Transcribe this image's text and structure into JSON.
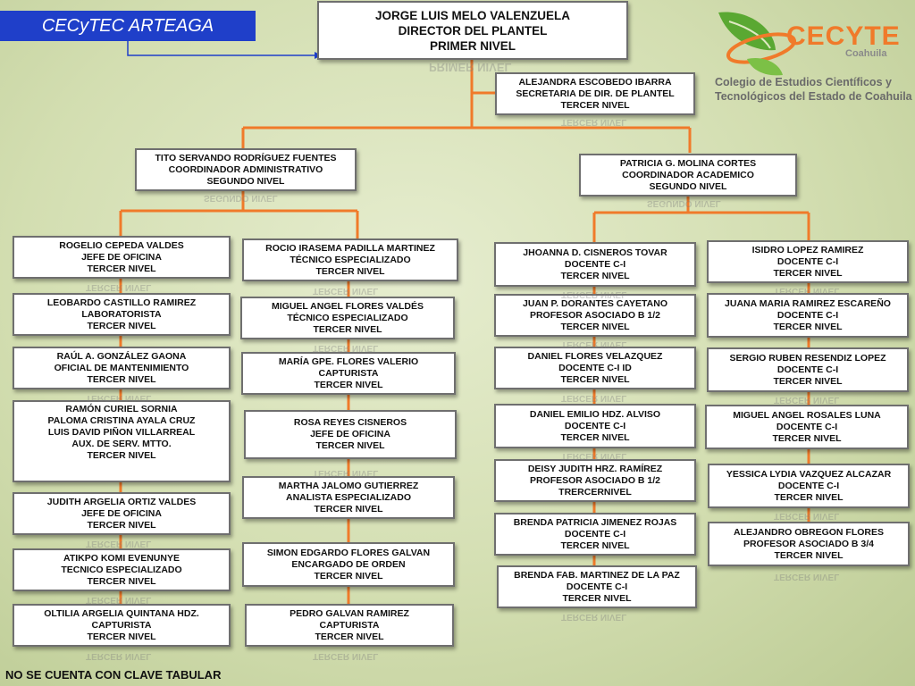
{
  "header": {
    "title": "CECyTEC ARTEAGA",
    "title_color": "#1f3fc9",
    "connector_color": "#f07a2a"
  },
  "logo": {
    "name": "CECYTE",
    "region": "Coahuila",
    "subtitle_line1": "Colegio de Estudios Científicos y",
    "subtitle_line2": "Tecnológicos del Estado de Coahuila",
    "icon": "leaf-logo-icon"
  },
  "director": {
    "line1": "JORGE LUIS MELO VALENZUELA",
    "line2": "DIRECTOR DEL PLANTEL",
    "line3": "PRIMER NIVEL",
    "reflection": "PRIMER NIVEL"
  },
  "secretary": {
    "line1": "ALEJANDRA ESCOBEDO IBARRA",
    "line2": "SECRETARIA DE DIR. DE PLANTEL",
    "line3": "TERCER NIVEL"
  },
  "coord_admin": {
    "line1": "TITO SERVANDO RODRÍGUEZ FUENTES",
    "line2": "COORDINADOR ADMINISTRATIVO",
    "line3": "SEGUNDO NIVEL"
  },
  "coord_acad": {
    "line1": "PATRICIA G. MOLINA CORTES",
    "line2": "COORDINADOR ACADEMICO",
    "line3": "SEGUNDO NIVEL"
  },
  "reflections": {
    "tercer": "TERCER NIVEL",
    "segundo": "SEGUNDO NIVEL"
  },
  "admin_col1": [
    {
      "lines": [
        "ROGELIO CEPEDA VALDES",
        "JEFE DE OFICINA",
        "TERCER NIVEL"
      ]
    },
    {
      "lines": [
        "LEOBARDO CASTILLO RAMIREZ",
        "LABORATORISTA",
        "TERCER NIVEL"
      ]
    },
    {
      "lines": [
        "RAÚL A. GONZÁLEZ GAONA",
        "OFICIAL DE MANTENIMIENTO",
        "TERCER NIVEL"
      ]
    },
    {
      "lines": [
        "RAMÓN CURIEL SORNIA",
        "PALOMA CRISTINA AYALA CRUZ",
        "LUIS DAVID PIÑON VILLARREAL",
        "AUX. DE SERV. MTTO.",
        "TERCER NIVEL"
      ]
    },
    {
      "lines": [
        "JUDITH ARGELIA ORTIZ VALDES",
        "JEFE DE OFICINA",
        "TERCER NIVEL"
      ]
    },
    {
      "lines": [
        "ATIKPO KOMI EVENUNYE",
        "TECNICO ESPECIALIZADO",
        "TERCER NIVEL"
      ]
    },
    {
      "lines": [
        "OLTILIA ARGELIA QUINTANA HDZ.",
        "CAPTURISTA",
        "TERCER NIVEL"
      ]
    }
  ],
  "admin_col2": [
    {
      "lines": [
        "ROCIO IRASEMA PADILLA MARTINEZ",
        "TÉCNICO ESPECIALIZADO",
        "TERCER NIVEL"
      ]
    },
    {
      "lines": [
        "MIGUEL ANGEL FLORES VALDÉS",
        "TÉCNICO ESPECIALIZADO",
        "TERCER NIVEL"
      ]
    },
    {
      "lines": [
        "MARÍA GPE. FLORES VALERIO",
        "CAPTURISTA",
        "TERCER NIVEL"
      ]
    },
    {
      "lines": [
        "ROSA REYES CISNEROS",
        "JEFE DE OFICINA",
        "TERCER NIVEL"
      ]
    },
    {
      "lines": [
        "MARTHA JALOMO GUTIERREZ",
        "ANALISTA ESPECIALIZADO",
        "TERCER NIVEL"
      ]
    },
    {
      "lines": [
        "SIMON EDGARDO FLORES GALVAN",
        "ENCARGADO DE ORDEN",
        "TERCER NIVEL"
      ]
    },
    {
      "lines": [
        "PEDRO GALVAN RAMIREZ",
        "CAPTURISTA",
        "TERCER NIVEL"
      ]
    }
  ],
  "acad_col1": [
    {
      "lines": [
        "JHOANNA D. CISNEROS TOVAR",
        "DOCENTE C-I",
        "TERCER NIVEL"
      ]
    },
    {
      "lines": [
        "JUAN P. DORANTES CAYETANO",
        "PROFESOR ASOCIADO B 1/2",
        "TERCER NIVEL"
      ]
    },
    {
      "lines": [
        "DANIEL FLORES VELAZQUEZ",
        "DOCENTE C-I ID",
        "TERCER NIVEL"
      ]
    },
    {
      "lines": [
        "DANIEL EMILIO HDZ. ALVISO",
        "DOCENTE C-I",
        "TERCER NIVEL"
      ]
    },
    {
      "lines": [
        "DEISY JUDITH HRZ. RAMÍREZ",
        "PROFESOR ASOCIADO B 1/2",
        "TRERCERNIVEL"
      ]
    },
    {
      "lines": [
        "BRENDA PATRICIA JIMENEZ ROJAS",
        "DOCENTE C-I",
        "TERCER NIVEL"
      ]
    },
    {
      "lines": [
        "BRENDA FAB. MARTINEZ DE LA PAZ",
        "DOCENTE C-I",
        "TERCER NIVEL"
      ]
    }
  ],
  "acad_col2": [
    {
      "lines": [
        "ISIDRO LOPEZ RAMIREZ",
        "DOCENTE C-I",
        "TERCER NIVEL"
      ]
    },
    {
      "lines": [
        "JUANA MARIA RAMIREZ ESCAREÑO",
        "DOCENTE C-I",
        "TERCER NIVEL"
      ]
    },
    {
      "lines": [
        "SERGIO RUBEN RESENDIZ LOPEZ",
        "DOCENTE C-I",
        "TERCER NIVEL"
      ]
    },
    {
      "lines": [
        "MIGUEL ANGEL ROSALES LUNA",
        "DOCENTE C-I",
        "TERCER NIVEL"
      ]
    },
    {
      "lines": [
        "YESSICA LYDIA VAZQUEZ ALCAZAR",
        "DOCENTE C-I",
        "TERCER NIVEL"
      ]
    },
    {
      "lines": [
        "ALEJANDRO OBREGON FLORES",
        "PROFESOR ASOCIADO B 3/4",
        "TERCER NIVEL"
      ]
    }
  ],
  "footer": "NO SE CUENTA CON CLAVE TABULAR"
}
